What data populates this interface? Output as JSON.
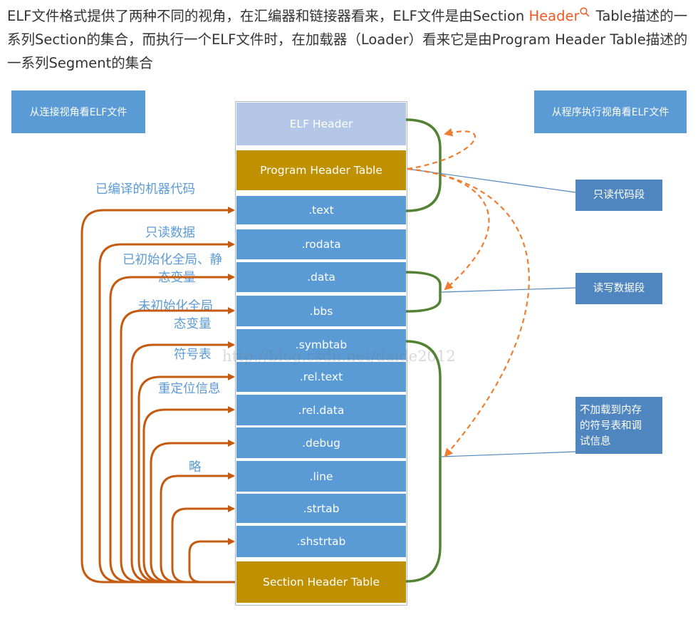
{
  "intro": {
    "part1": "ELF文件格式提供了两种不同的视角，在汇编器和链接器看来，ELF文件是由Section ",
    "keyword": "Header",
    "part2": " Table描述的一系列Section的集合，而执行一个ELF文件时，在加载器（Loader）看来它是由Program Header Table描述的一系列Segment的集合"
  },
  "diagram": {
    "left_view": "从连接视角看ELF文件",
    "right_view": "从程序执行视角看ELF文件",
    "blocks": {
      "elf_header": "ELF Header",
      "pht": "Program Header Table",
      "text": ".text",
      "rodata": ".rodata",
      "data": ".data",
      "bbs": ".bbs",
      "symtab": ".symbtab",
      "rel_text": ".rel.text",
      "rel_data": ".rel.data",
      "debug": ".debug",
      "line": ".line",
      "strtab": ".strtab",
      "shstrtab": ".shstrtab",
      "sht": "Section Header Table"
    },
    "labels": {
      "compiled_code": "已编译的机器代码",
      "readonly_data": "只读数据",
      "init_vars_1": "已初始化全局、静",
      "init_vars_2": "态变量",
      "uninit_vars_1": "未初始化全局",
      "uninit_vars_2": "态变量",
      "symbol_table": "符号表",
      "relocation": "重定位信息",
      "omitted": "略"
    },
    "notes": {
      "readonly_segment": "只读代码段",
      "rw_segment": "读写数据段",
      "unloaded_1": "不加载到内存",
      "unloaded_2": "的符号表和调",
      "unloaded_3": "试信息"
    },
    "watermark": "http://blog.csdn.net/daide2012",
    "colors": {
      "section_blue": "#5b9bd5",
      "header_light": "#b4c7e7",
      "table_gold": "#bf9000",
      "note_blue": "#4f86c0",
      "arrow_orange": "#c55a11",
      "dashed_orange": "#ed7d31",
      "brace_green": "#548235",
      "link_line": "#4f86c0"
    }
  }
}
